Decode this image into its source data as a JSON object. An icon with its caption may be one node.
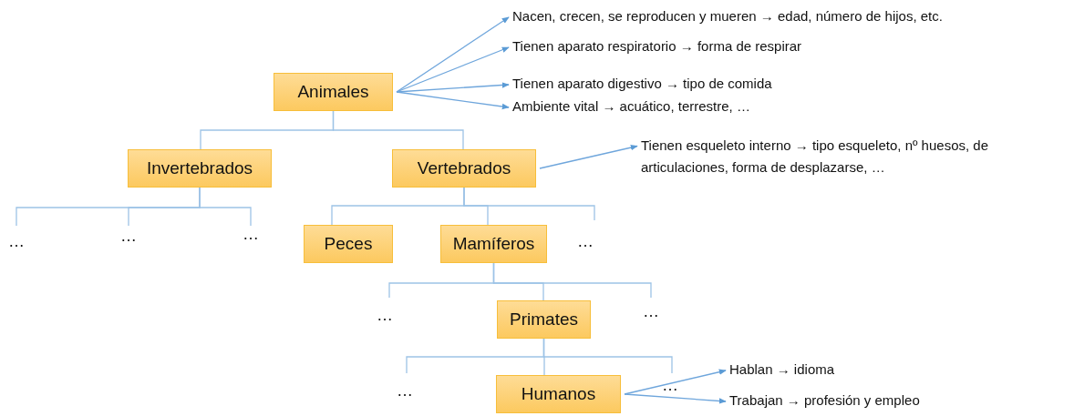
{
  "diagram": {
    "nodes": [
      {
        "text": [
          "Animales"
        ]
      },
      {
        "text": [
          "Invertebrados"
        ]
      },
      {
        "text": [
          "Vertebrados"
        ]
      },
      {
        "text": [
          "…"
        ]
      },
      {
        "text": [
          "…"
        ]
      },
      {
        "text": [
          "…"
        ]
      },
      {
        "text": [
          "Peces"
        ]
      },
      {
        "text": [
          "Mamíferos"
        ]
      },
      {
        "text": [
          "…"
        ]
      },
      {
        "text": [
          "…"
        ]
      },
      {
        "text": [
          "Primates"
        ]
      },
      {
        "text": [
          "…"
        ]
      },
      {
        "text": [
          "…"
        ]
      },
      {
        "text": [
          "Humanos"
        ]
      },
      {
        "text": [
          "…"
        ]
      },
      {
        "text": [
          "Nacen, crecen, se reproducen y mueren → edad, número de hijos, etc."
        ]
      },
      {
        "text": [
          "Tienen aparato respiratorio → forma de respirar"
        ]
      },
      {
        "text": [
          "Tienen aparato digestivo → tipo de comida"
        ]
      },
      {
        "text": [
          "Ambiente vital → acuático, terrestre, …"
        ]
      },
      {
        "text": [
          "Tienen esqueleto interno → tipo esqueleto, nº huesos, de articulaciones, forma de desplazarse, …"
        ]
      },
      {
        "text": [
          "Hablan → idioma"
        ]
      },
      {
        "text": [
          "Trabajan → profesión  y empleo"
        ]
      }
    ],
    "edges": [
      {
        "from": 0,
        "to": 1,
        "arrow": "none"
      },
      {
        "from": 0,
        "to": 2,
        "arrow": "none"
      },
      {
        "from": 1,
        "to": 3,
        "arrow": "none"
      },
      {
        "from": 1,
        "to": 4,
        "arrow": "none"
      },
      {
        "from": 1,
        "to": 5,
        "arrow": "none"
      },
      {
        "from": 2,
        "to": 6,
        "arrow": "none"
      },
      {
        "from": 2,
        "to": 7,
        "arrow": "none"
      },
      {
        "from": 2,
        "to": 8,
        "arrow": "none"
      },
      {
        "from": 7,
        "to": 9,
        "arrow": "none"
      },
      {
        "from": 7,
        "to": 10,
        "arrow": "none"
      },
      {
        "from": 7,
        "to": 11,
        "arrow": "none"
      },
      {
        "from": 10,
        "to": 12,
        "arrow": "none"
      },
      {
        "from": 10,
        "to": 13,
        "arrow": "none"
      },
      {
        "from": 10,
        "to": 14,
        "arrow": "none"
      },
      {
        "from": 0,
        "to": 15,
        "arrow": "to"
      },
      {
        "from": 0,
        "to": 16,
        "arrow": "to"
      },
      {
        "from": 0,
        "to": 17,
        "arrow": "to"
      },
      {
        "from": 0,
        "to": 18,
        "arrow": "to"
      },
      {
        "from": 2,
        "to": 19,
        "arrow": "to"
      },
      {
        "from": 13,
        "to": 20,
        "arrow": "to"
      },
      {
        "from": 13,
        "to": 21,
        "arrow": "to"
      }
    ]
  }
}
